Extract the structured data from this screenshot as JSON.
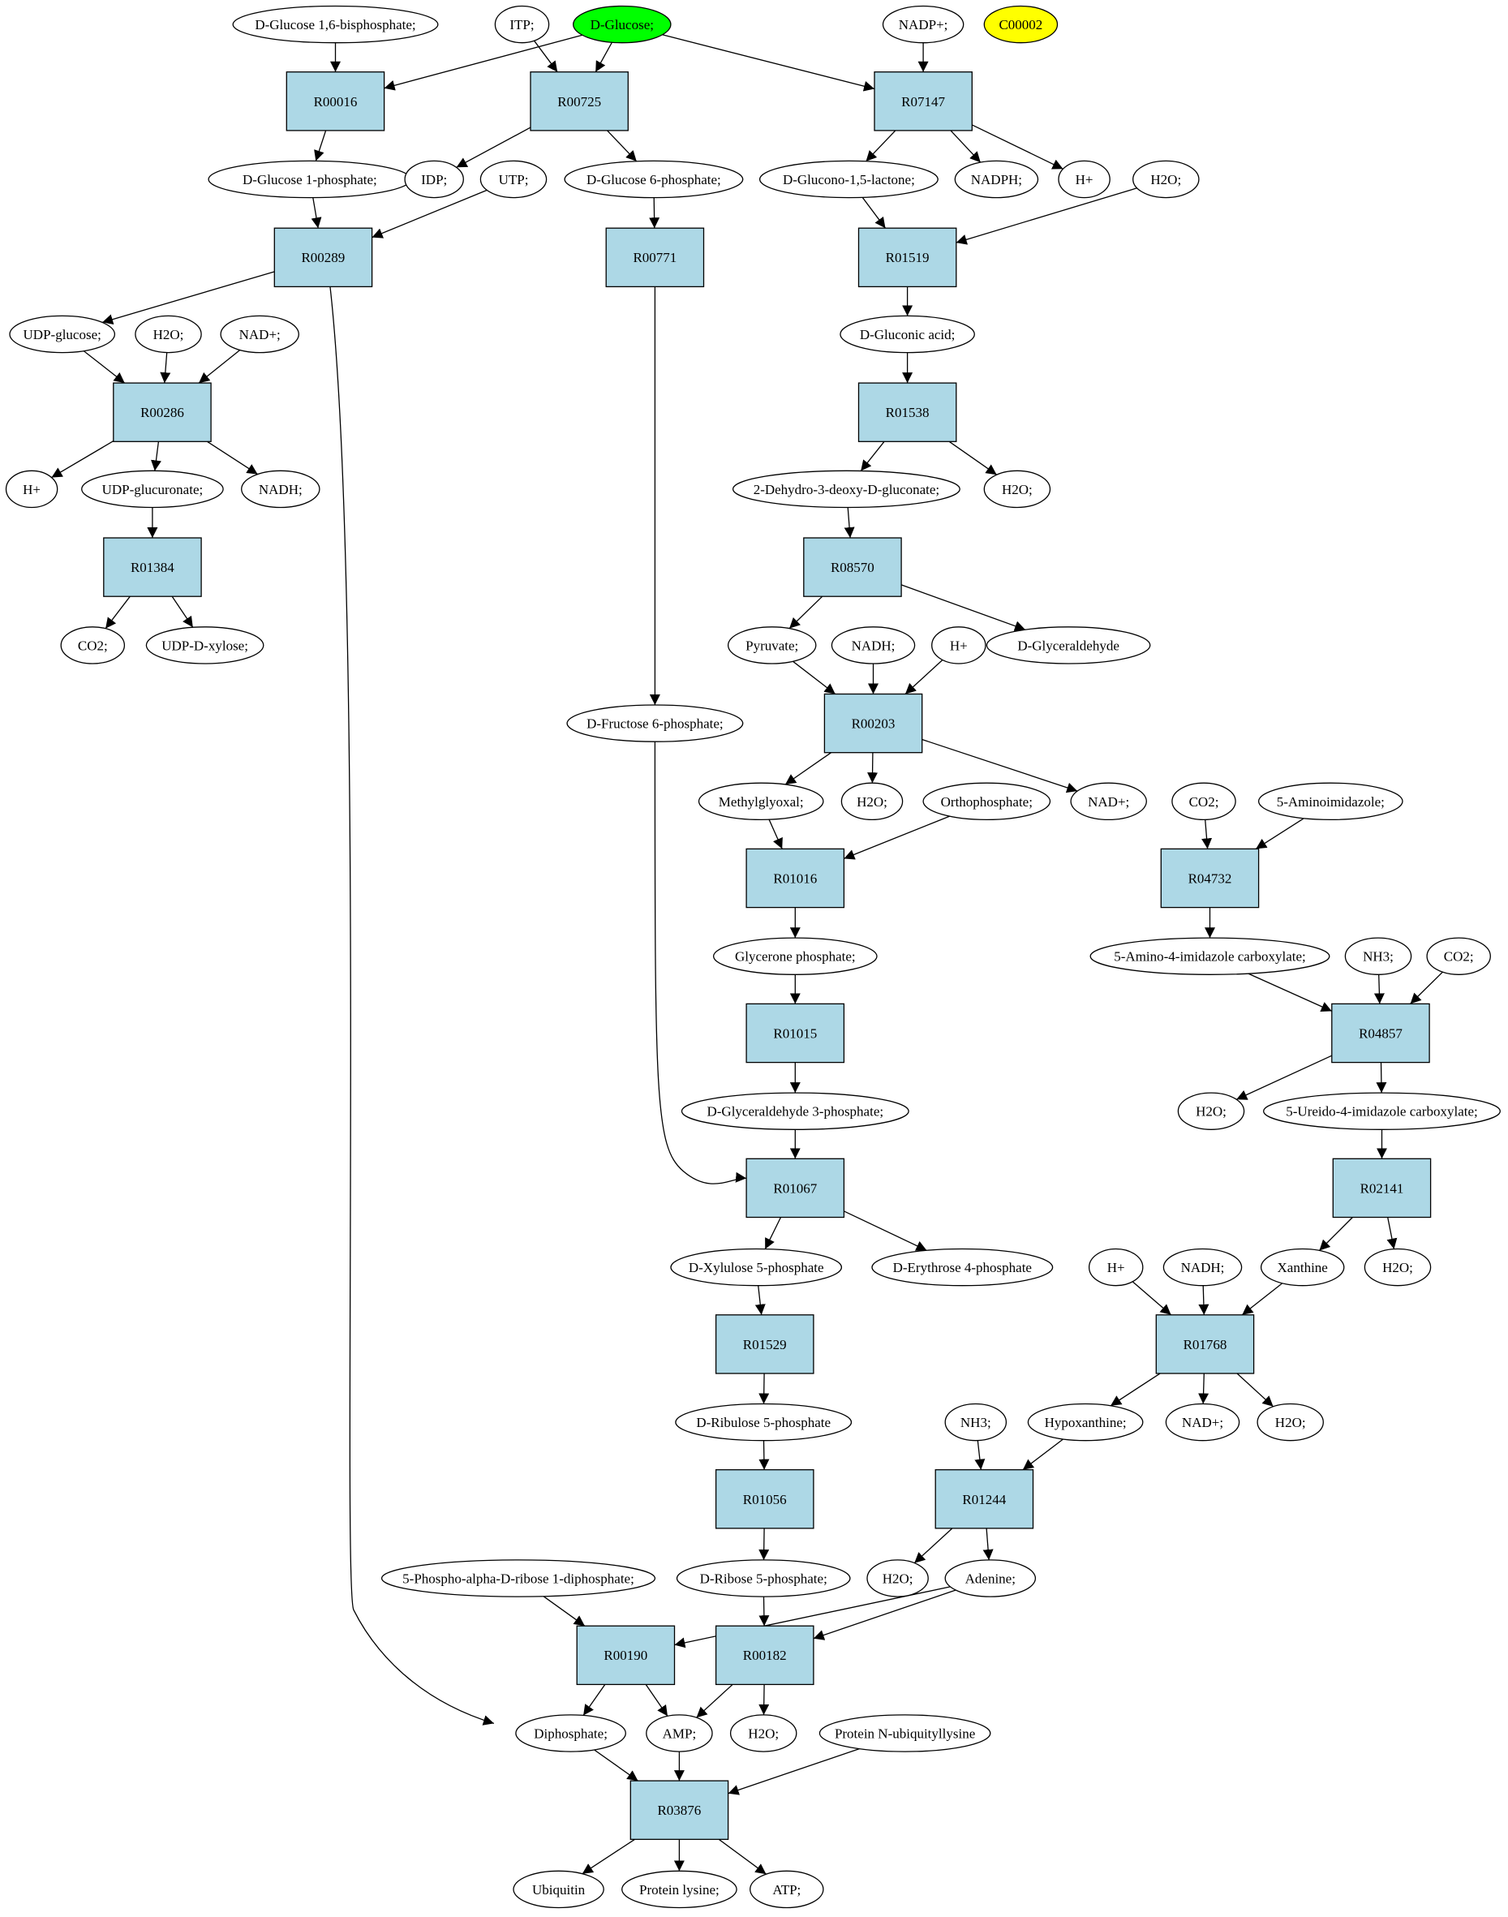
{
  "styles": {
    "reaction_fill": "#add8e6",
    "compound_fill": "#ffffff",
    "source_fill": "#00ff00",
    "highlight_fill": "#ffff00",
    "stroke": "#000000"
  },
  "compounds": [
    {
      "id": "c_g16bp",
      "label": "D-Glucose 1,6-bisphosphate;",
      "style": "normal"
    },
    {
      "id": "c_itp",
      "label": "ITP;",
      "style": "normal"
    },
    {
      "id": "c_glucose",
      "label": "D-Glucose;",
      "style": "source"
    },
    {
      "id": "c_nadp",
      "label": "NADP+;",
      "style": "normal"
    },
    {
      "id": "c_c00002",
      "label": "C00002",
      "style": "highlight"
    },
    {
      "id": "c_g1p",
      "label": "D-Glucose 1-phosphate;",
      "style": "normal"
    },
    {
      "id": "c_idp",
      "label": "IDP;",
      "style": "normal"
    },
    {
      "id": "c_utp",
      "label": "UTP;",
      "style": "normal"
    },
    {
      "id": "c_g6p",
      "label": "D-Glucose 6-phosphate;",
      "style": "normal"
    },
    {
      "id": "c_glucono",
      "label": "D-Glucono-1,5-lactone;",
      "style": "normal"
    },
    {
      "id": "c_nadph",
      "label": "NADPH;",
      "style": "normal"
    },
    {
      "id": "c_hplus1",
      "label": "H+",
      "style": "normal"
    },
    {
      "id": "c_h2o_a",
      "label": "H2O;",
      "style": "normal"
    },
    {
      "id": "c_udpglc",
      "label": "UDP-glucose;",
      "style": "normal"
    },
    {
      "id": "c_h2o_b",
      "label": "H2O;",
      "style": "normal"
    },
    {
      "id": "c_nad1",
      "label": "NAD+;",
      "style": "normal"
    },
    {
      "id": "c_gluconic",
      "label": "D-Gluconic acid;",
      "style": "normal"
    },
    {
      "id": "c_hplus2",
      "label": "H+",
      "style": "normal"
    },
    {
      "id": "c_udpglcu",
      "label": "UDP-glucuronate;",
      "style": "normal"
    },
    {
      "id": "c_nadh1",
      "label": "NADH;",
      "style": "normal"
    },
    {
      "id": "c_kdg",
      "label": "2-Dehydro-3-deoxy-D-gluconate;",
      "style": "normal"
    },
    {
      "id": "c_h2o_c",
      "label": "H2O;",
      "style": "normal"
    },
    {
      "id": "c_co2a",
      "label": "CO2;",
      "style": "normal"
    },
    {
      "id": "c_udpxyl",
      "label": "UDP-D-xylose;",
      "style": "normal"
    },
    {
      "id": "c_pyruvate",
      "label": "Pyruvate;",
      "style": "normal"
    },
    {
      "id": "c_nadh2",
      "label": "NADH;",
      "style": "normal"
    },
    {
      "id": "c_hplus3",
      "label": "H+",
      "style": "normal"
    },
    {
      "id": "c_glyald",
      "label": "D-Glyceraldehyde",
      "style": "normal"
    },
    {
      "id": "c_f6p",
      "label": "D-Fructose 6-phosphate;",
      "style": "normal"
    },
    {
      "id": "c_mgo",
      "label": "Methylglyoxal;",
      "style": "normal"
    },
    {
      "id": "c_h2o_d",
      "label": "H2O;",
      "style": "normal"
    },
    {
      "id": "c_pi",
      "label": "Orthophosphate;",
      "style": "normal"
    },
    {
      "id": "c_nad2",
      "label": "NAD+;",
      "style": "normal"
    },
    {
      "id": "c_co2b",
      "label": "CO2;",
      "style": "normal"
    },
    {
      "id": "c_air",
      "label": "5-Aminoimidazole;",
      "style": "normal"
    },
    {
      "id": "c_dhap",
      "label": "Glycerone phosphate;",
      "style": "normal"
    },
    {
      "id": "c_caia",
      "label": "5-Amino-4-imidazole carboxylate;",
      "style": "normal"
    },
    {
      "id": "c_nh3a",
      "label": "NH3;",
      "style": "normal"
    },
    {
      "id": "c_co2c",
      "label": "CO2;",
      "style": "normal"
    },
    {
      "id": "c_g3p",
      "label": "D-Glyceraldehyde 3-phosphate;",
      "style": "normal"
    },
    {
      "id": "c_h2o_e",
      "label": "H2O;",
      "style": "normal"
    },
    {
      "id": "c_uica",
      "label": "5-Ureido-4-imidazole carboxylate;",
      "style": "normal"
    },
    {
      "id": "c_x5p",
      "label": "D-Xylulose 5-phosphate",
      "style": "normal"
    },
    {
      "id": "c_e4p",
      "label": "D-Erythrose 4-phosphate",
      "style": "normal"
    },
    {
      "id": "c_hplus4",
      "label": "H+",
      "style": "normal"
    },
    {
      "id": "c_nadh3",
      "label": "NADH;",
      "style": "normal"
    },
    {
      "id": "c_xanthine",
      "label": "Xanthine",
      "style": "normal"
    },
    {
      "id": "c_h2o_f",
      "label": "H2O;",
      "style": "normal"
    },
    {
      "id": "c_ru5p",
      "label": "D-Ribulose 5-phosphate",
      "style": "normal"
    },
    {
      "id": "c_nh3b",
      "label": "NH3;",
      "style": "normal"
    },
    {
      "id": "c_hypox",
      "label": "Hypoxanthine;",
      "style": "normal"
    },
    {
      "id": "c_nad3",
      "label": "NAD+;",
      "style": "normal"
    },
    {
      "id": "c_h2o_g",
      "label": "H2O;",
      "style": "normal"
    },
    {
      "id": "c_prpp",
      "label": "5-Phospho-alpha-D-ribose 1-diphosphate;",
      "style": "normal"
    },
    {
      "id": "c_r5p",
      "label": "D-Ribose 5-phosphate;",
      "style": "normal"
    },
    {
      "id": "c_h2o_h",
      "label": "H2O;",
      "style": "normal"
    },
    {
      "id": "c_adenine",
      "label": "Adenine;",
      "style": "normal"
    },
    {
      "id": "c_ppi",
      "label": "Diphosphate;",
      "style": "normal"
    },
    {
      "id": "c_amp",
      "label": "AMP;",
      "style": "normal"
    },
    {
      "id": "c_h2o_i",
      "label": "H2O;",
      "style": "normal"
    },
    {
      "id": "c_pnub",
      "label": "Protein N-ubiquityllysine",
      "style": "normal"
    },
    {
      "id": "c_ubiquitin",
      "label": "Ubiquitin",
      "style": "normal"
    },
    {
      "id": "c_plys",
      "label": "Protein lysine;",
      "style": "normal"
    },
    {
      "id": "c_atp",
      "label": "ATP;",
      "style": "normal"
    }
  ],
  "reactions": [
    {
      "id": "r_R00016",
      "label": "R00016"
    },
    {
      "id": "r_R00725",
      "label": "R00725"
    },
    {
      "id": "r_R07147",
      "label": "R07147"
    },
    {
      "id": "r_R00289",
      "label": "R00289"
    },
    {
      "id": "r_R00771",
      "label": "R00771"
    },
    {
      "id": "r_R01519",
      "label": "R01519"
    },
    {
      "id": "r_R00286",
      "label": "R00286"
    },
    {
      "id": "r_R01538",
      "label": "R01538"
    },
    {
      "id": "r_R01384",
      "label": "R01384"
    },
    {
      "id": "r_R08570",
      "label": "R08570"
    },
    {
      "id": "r_R00203",
      "label": "R00203"
    },
    {
      "id": "r_R04732",
      "label": "R04732"
    },
    {
      "id": "r_R01016",
      "label": "R01016"
    },
    {
      "id": "r_R04857",
      "label": "R04857"
    },
    {
      "id": "r_R01015",
      "label": "R01015"
    },
    {
      "id": "r_R01067",
      "label": "R01067"
    },
    {
      "id": "r_R02141",
      "label": "R02141"
    },
    {
      "id": "r_R01529",
      "label": "R01529"
    },
    {
      "id": "r_R01768",
      "label": "R01768"
    },
    {
      "id": "r_R01056",
      "label": "R01056"
    },
    {
      "id": "r_R01244",
      "label": "R01244"
    },
    {
      "id": "r_R00190",
      "label": "R00190"
    },
    {
      "id": "r_R00182",
      "label": "R00182"
    },
    {
      "id": "r_R03876",
      "label": "R03876"
    }
  ],
  "edges": [
    [
      "c_g16bp",
      "r_R00016"
    ],
    [
      "c_glucose",
      "r_R00016"
    ],
    [
      "r_R00016",
      "c_g1p"
    ],
    [
      "c_itp",
      "r_R00725"
    ],
    [
      "c_glucose",
      "r_R00725"
    ],
    [
      "r_R00725",
      "c_idp"
    ],
    [
      "r_R00725",
      "c_g6p"
    ],
    [
      "c_glucose",
      "r_R07147"
    ],
    [
      "c_nadp",
      "r_R07147"
    ],
    [
      "r_R07147",
      "c_glucono"
    ],
    [
      "r_R07147",
      "c_nadph"
    ],
    [
      "r_R07147",
      "c_hplus1"
    ],
    [
      "c_g1p",
      "r_R00289"
    ],
    [
      "c_utp",
      "r_R00289"
    ],
    [
      "r_R00289",
      "c_udpglc"
    ],
    [
      "r_R00289",
      "c_ppi"
    ],
    [
      "c_g6p",
      "r_R00771"
    ],
    [
      "r_R00771",
      "c_f6p"
    ],
    [
      "c_glucono",
      "r_R01519"
    ],
    [
      "c_h2o_a",
      "r_R01519"
    ],
    [
      "r_R01519",
      "c_gluconic"
    ],
    [
      "c_udpglc",
      "r_R00286"
    ],
    [
      "c_h2o_b",
      "r_R00286"
    ],
    [
      "c_nad1",
      "r_R00286"
    ],
    [
      "r_R00286",
      "c_hplus2"
    ],
    [
      "r_R00286",
      "c_udpglcu"
    ],
    [
      "r_R00286",
      "c_nadh1"
    ],
    [
      "c_gluconic",
      "r_R01538"
    ],
    [
      "r_R01538",
      "c_kdg"
    ],
    [
      "r_R01538",
      "c_h2o_c"
    ],
    [
      "c_udpglcu",
      "r_R01384"
    ],
    [
      "r_R01384",
      "c_co2a"
    ],
    [
      "r_R01384",
      "c_udpxyl"
    ],
    [
      "c_kdg",
      "r_R08570"
    ],
    [
      "r_R08570",
      "c_pyruvate"
    ],
    [
      "r_R08570",
      "c_glyald"
    ],
    [
      "c_pyruvate",
      "r_R00203"
    ],
    [
      "c_nadh2",
      "r_R00203"
    ],
    [
      "c_hplus3",
      "r_R00203"
    ],
    [
      "r_R00203",
      "c_mgo"
    ],
    [
      "r_R00203",
      "c_h2o_d"
    ],
    [
      "r_R00203",
      "c_nad2"
    ],
    [
      "c_co2b",
      "r_R04732"
    ],
    [
      "c_air",
      "r_R04732"
    ],
    [
      "r_R04732",
      "c_caia"
    ],
    [
      "c_mgo",
      "r_R01016"
    ],
    [
      "c_pi",
      "r_R01016"
    ],
    [
      "r_R01016",
      "c_dhap"
    ],
    [
      "c_caia",
      "r_R04857"
    ],
    [
      "c_nh3a",
      "r_R04857"
    ],
    [
      "c_co2c",
      "r_R04857"
    ],
    [
      "r_R04857",
      "c_h2o_e"
    ],
    [
      "r_R04857",
      "c_uica"
    ],
    [
      "c_dhap",
      "r_R01015"
    ],
    [
      "r_R01015",
      "c_g3p"
    ],
    [
      "c_g3p",
      "r_R01067"
    ],
    [
      "c_f6p",
      "r_R01067"
    ],
    [
      "r_R01067",
      "c_x5p"
    ],
    [
      "r_R01067",
      "c_e4p"
    ],
    [
      "c_uica",
      "r_R02141"
    ],
    [
      "r_R02141",
      "c_xanthine"
    ],
    [
      "r_R02141",
      "c_h2o_f"
    ],
    [
      "c_x5p",
      "r_R01529"
    ],
    [
      "r_R01529",
      "c_ru5p"
    ],
    [
      "c_hplus4",
      "r_R01768"
    ],
    [
      "c_nadh3",
      "r_R01768"
    ],
    [
      "c_xanthine",
      "r_R01768"
    ],
    [
      "r_R01768",
      "c_hypox"
    ],
    [
      "r_R01768",
      "c_nad3"
    ],
    [
      "r_R01768",
      "c_h2o_g"
    ],
    [
      "c_ru5p",
      "r_R01056"
    ],
    [
      "r_R01056",
      "c_r5p"
    ],
    [
      "c_nh3b",
      "r_R01244"
    ],
    [
      "c_hypox",
      "r_R01244"
    ],
    [
      "r_R01244",
      "c_h2o_h"
    ],
    [
      "r_R01244",
      "c_adenine"
    ],
    [
      "c_prpp",
      "r_R00190"
    ],
    [
      "c_adenine",
      "r_R00190"
    ],
    [
      "r_R00190",
      "c_ppi"
    ],
    [
      "r_R00190",
      "c_amp"
    ],
    [
      "c_r5p",
      "r_R00182"
    ],
    [
      "c_adenine",
      "r_R00182"
    ],
    [
      "r_R00182",
      "c_amp"
    ],
    [
      "r_R00182",
      "c_h2o_i"
    ],
    [
      "c_ppi",
      "r_R03876"
    ],
    [
      "c_amp",
      "r_R03876"
    ],
    [
      "c_pnub",
      "r_R03876"
    ],
    [
      "r_R03876",
      "c_ubiquitin"
    ],
    [
      "r_R03876",
      "c_plys"
    ],
    [
      "r_R03876",
      "c_atp"
    ]
  ]
}
